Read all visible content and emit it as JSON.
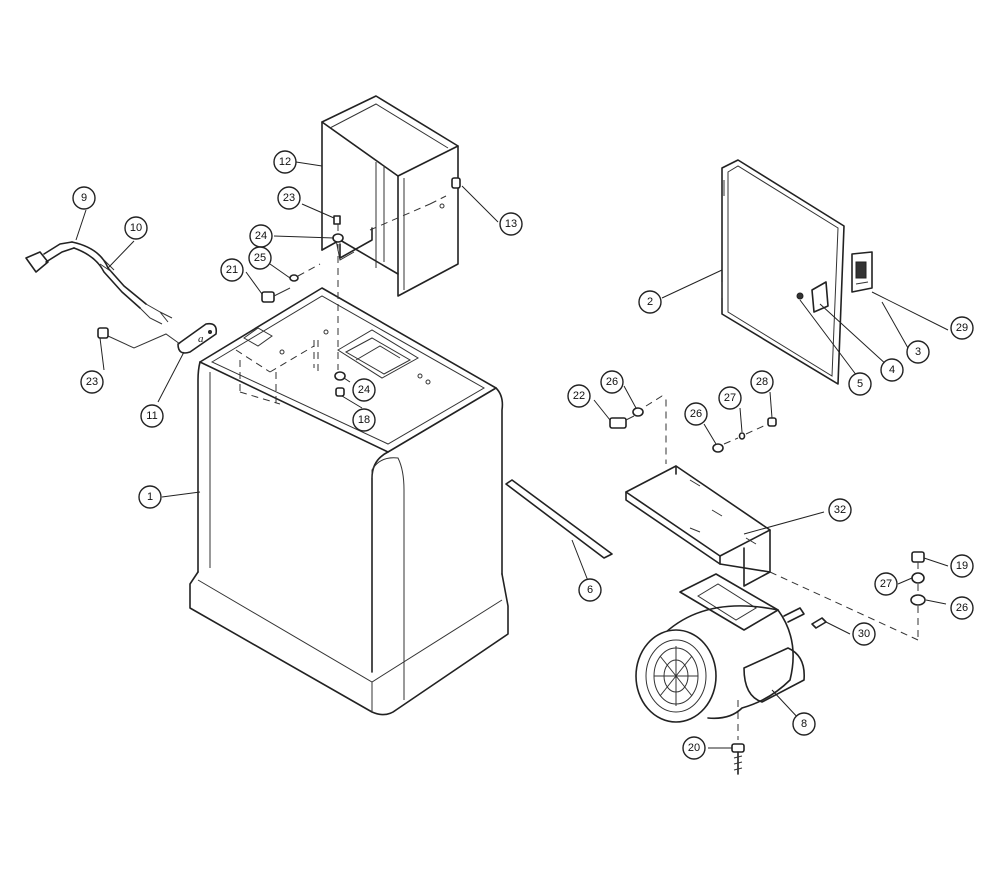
{
  "callouts": [
    {
      "label": "1"
    },
    {
      "label": "2"
    },
    {
      "label": "3"
    },
    {
      "label": "4"
    },
    {
      "label": "5"
    },
    {
      "label": "6"
    },
    {
      "label": "8"
    },
    {
      "label": "9"
    },
    {
      "label": "10"
    },
    {
      "label": "11"
    },
    {
      "label": "12"
    },
    {
      "label": "13"
    },
    {
      "label": "18"
    },
    {
      "label": "19"
    },
    {
      "label": "20"
    },
    {
      "label": "21"
    },
    {
      "label": "22"
    },
    {
      "label": "23"
    },
    {
      "label": "23"
    },
    {
      "label": "24"
    },
    {
      "label": "24"
    },
    {
      "label": "25"
    },
    {
      "label": "26"
    },
    {
      "label": "26"
    },
    {
      "label": "26"
    },
    {
      "label": "27"
    },
    {
      "label": "27"
    },
    {
      "label": "28"
    },
    {
      "label": "29"
    },
    {
      "label": "30"
    },
    {
      "label": "32"
    }
  ]
}
